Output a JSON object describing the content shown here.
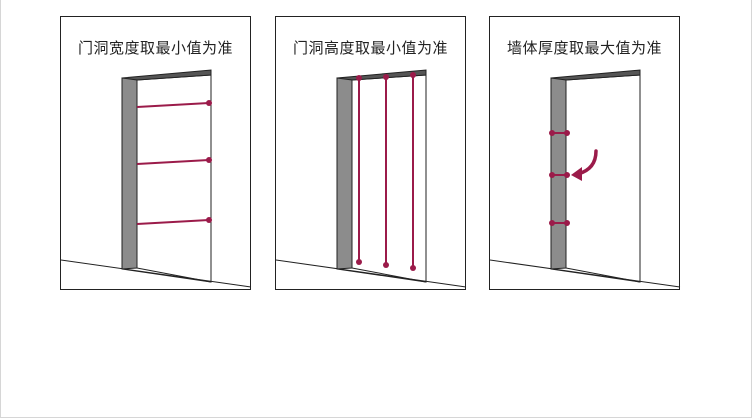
{
  "panels": [
    {
      "title": "门洞宽度取最小值为准",
      "measurement": "width",
      "rule": "minimum"
    },
    {
      "title": "门洞高度取最小值为准",
      "measurement": "height",
      "rule": "minimum"
    },
    {
      "title": "墙体厚度取最大值为准",
      "measurement": "wall-thickness",
      "rule": "maximum"
    }
  ],
  "colors": {
    "marker": "#9b1b4a",
    "jamb": "#8c8c8c",
    "lintel": "#555555",
    "outline": "#222222"
  }
}
